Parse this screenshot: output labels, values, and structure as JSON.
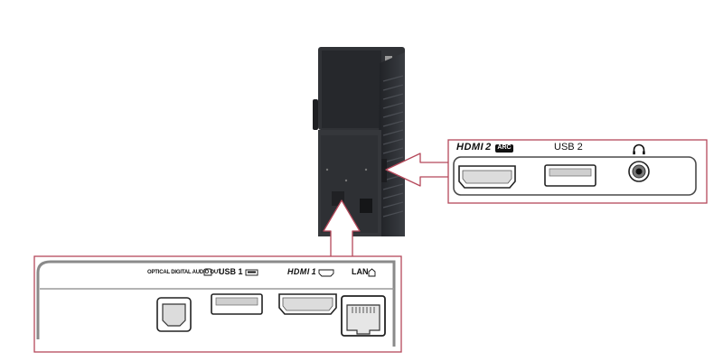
{
  "diagram": {
    "colors": {
      "callout_outline": "#b5485a",
      "panel_outline": "#555555",
      "device_body": "#2c2e33",
      "port_fill": "#d9d9d9"
    },
    "side_panel": {
      "hdmi_logo": "HDMI",
      "hdmi_number": "2",
      "arc_badge": "ARC",
      "usb_label": "USB 2",
      "headphone_icon": "headphone-icon"
    },
    "bottom_panel": {
      "optical_label": "OPTICAL DIGITAL AUDIO OUT",
      "usb_label": "USB 1",
      "hdmi_logo": "HDMI",
      "hdmi_number": "1",
      "lan_label": "LAN"
    }
  }
}
